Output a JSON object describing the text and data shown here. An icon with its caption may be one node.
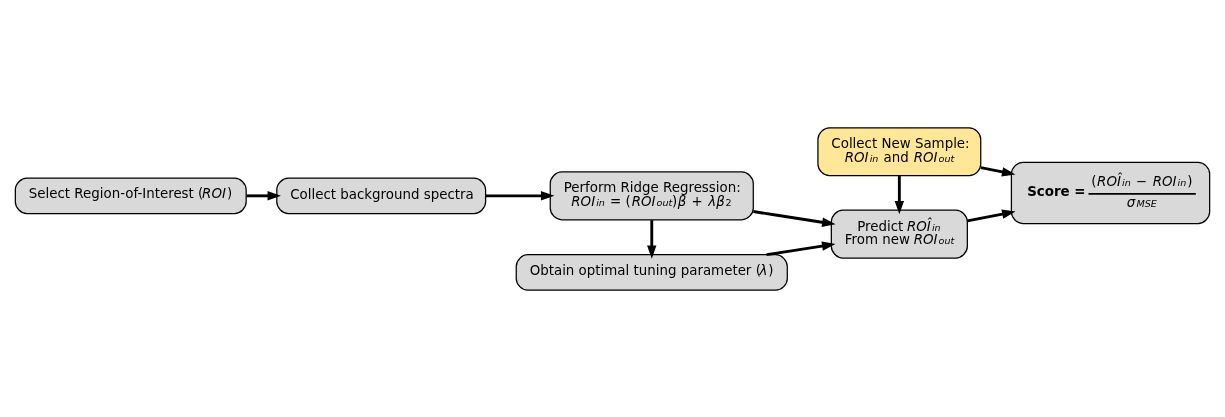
{
  "diagram": {
    "nodes": [
      {
        "text": [
          "Select Region-of-Interest (*ROI*)"
        ]
      },
      {
        "text": [
          "Collect background spectra"
        ]
      },
      {
        "text": [
          "Perform Ridge Regression:",
          "*ROI*$_{in}$ = (*ROI*$_{out}$)*β* + *λβ*$^{2}$"
        ]
      },
      {
        "text": [
          "Obtain optimal tuning parameter (*λ*)"
        ]
      },
      {
        "text": [
          "Predict *ROÎ*$_{in}$",
          "From new *ROI*$_{out}$"
        ]
      },
      {
        "text": [
          "Collect New Sample:",
          "*ROI*$_{in}$ and *ROI*$_{out}$"
        ]
      },
      {
        "text": [
          "**Score =**",
          "(*ROÎ*$_{in}$ − *ROI*$_{in}$)",
          "*σ*$_{MSE}$"
        ]
      }
    ],
    "edges": [
      {
        "from": 0,
        "to": 1,
        "arrow": "to"
      },
      {
        "from": 1,
        "to": 2,
        "arrow": "to"
      },
      {
        "from": 2,
        "to": 3,
        "arrow": "to"
      },
      {
        "from": 3,
        "to": 4,
        "arrow": "to"
      },
      {
        "from": 2,
        "to": 4,
        "arrow": "to"
      },
      {
        "from": 5,
        "to": 4,
        "arrow": "to"
      },
      {
        "from": 4,
        "to": 6,
        "arrow": "to"
      },
      {
        "from": 5,
        "to": 6,
        "arrow": "to"
      }
    ]
  }
}
